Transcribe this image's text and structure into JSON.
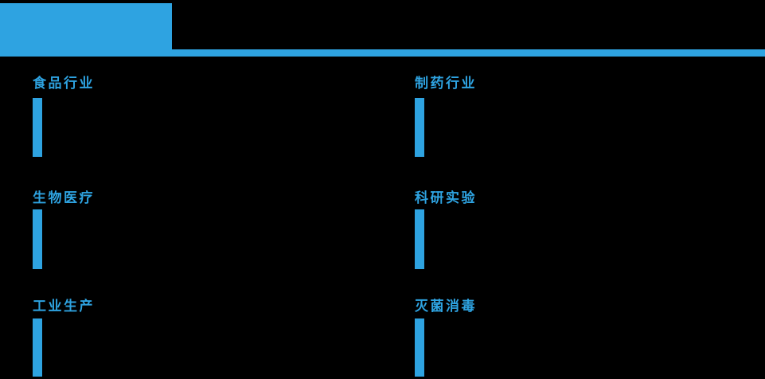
{
  "theme": {
    "background_color": "#000000",
    "accent_color": "#2EA3E1"
  },
  "header": {
    "accent_block": "header-accent-block",
    "divider_rule": "header-divider-rule"
  },
  "sections": [
    {
      "label": "食品行业"
    },
    {
      "label": "制药行业"
    },
    {
      "label": "生物医疗"
    },
    {
      "label": "科研实验"
    },
    {
      "label": "工业生产"
    },
    {
      "label": "灭菌消毒"
    }
  ]
}
